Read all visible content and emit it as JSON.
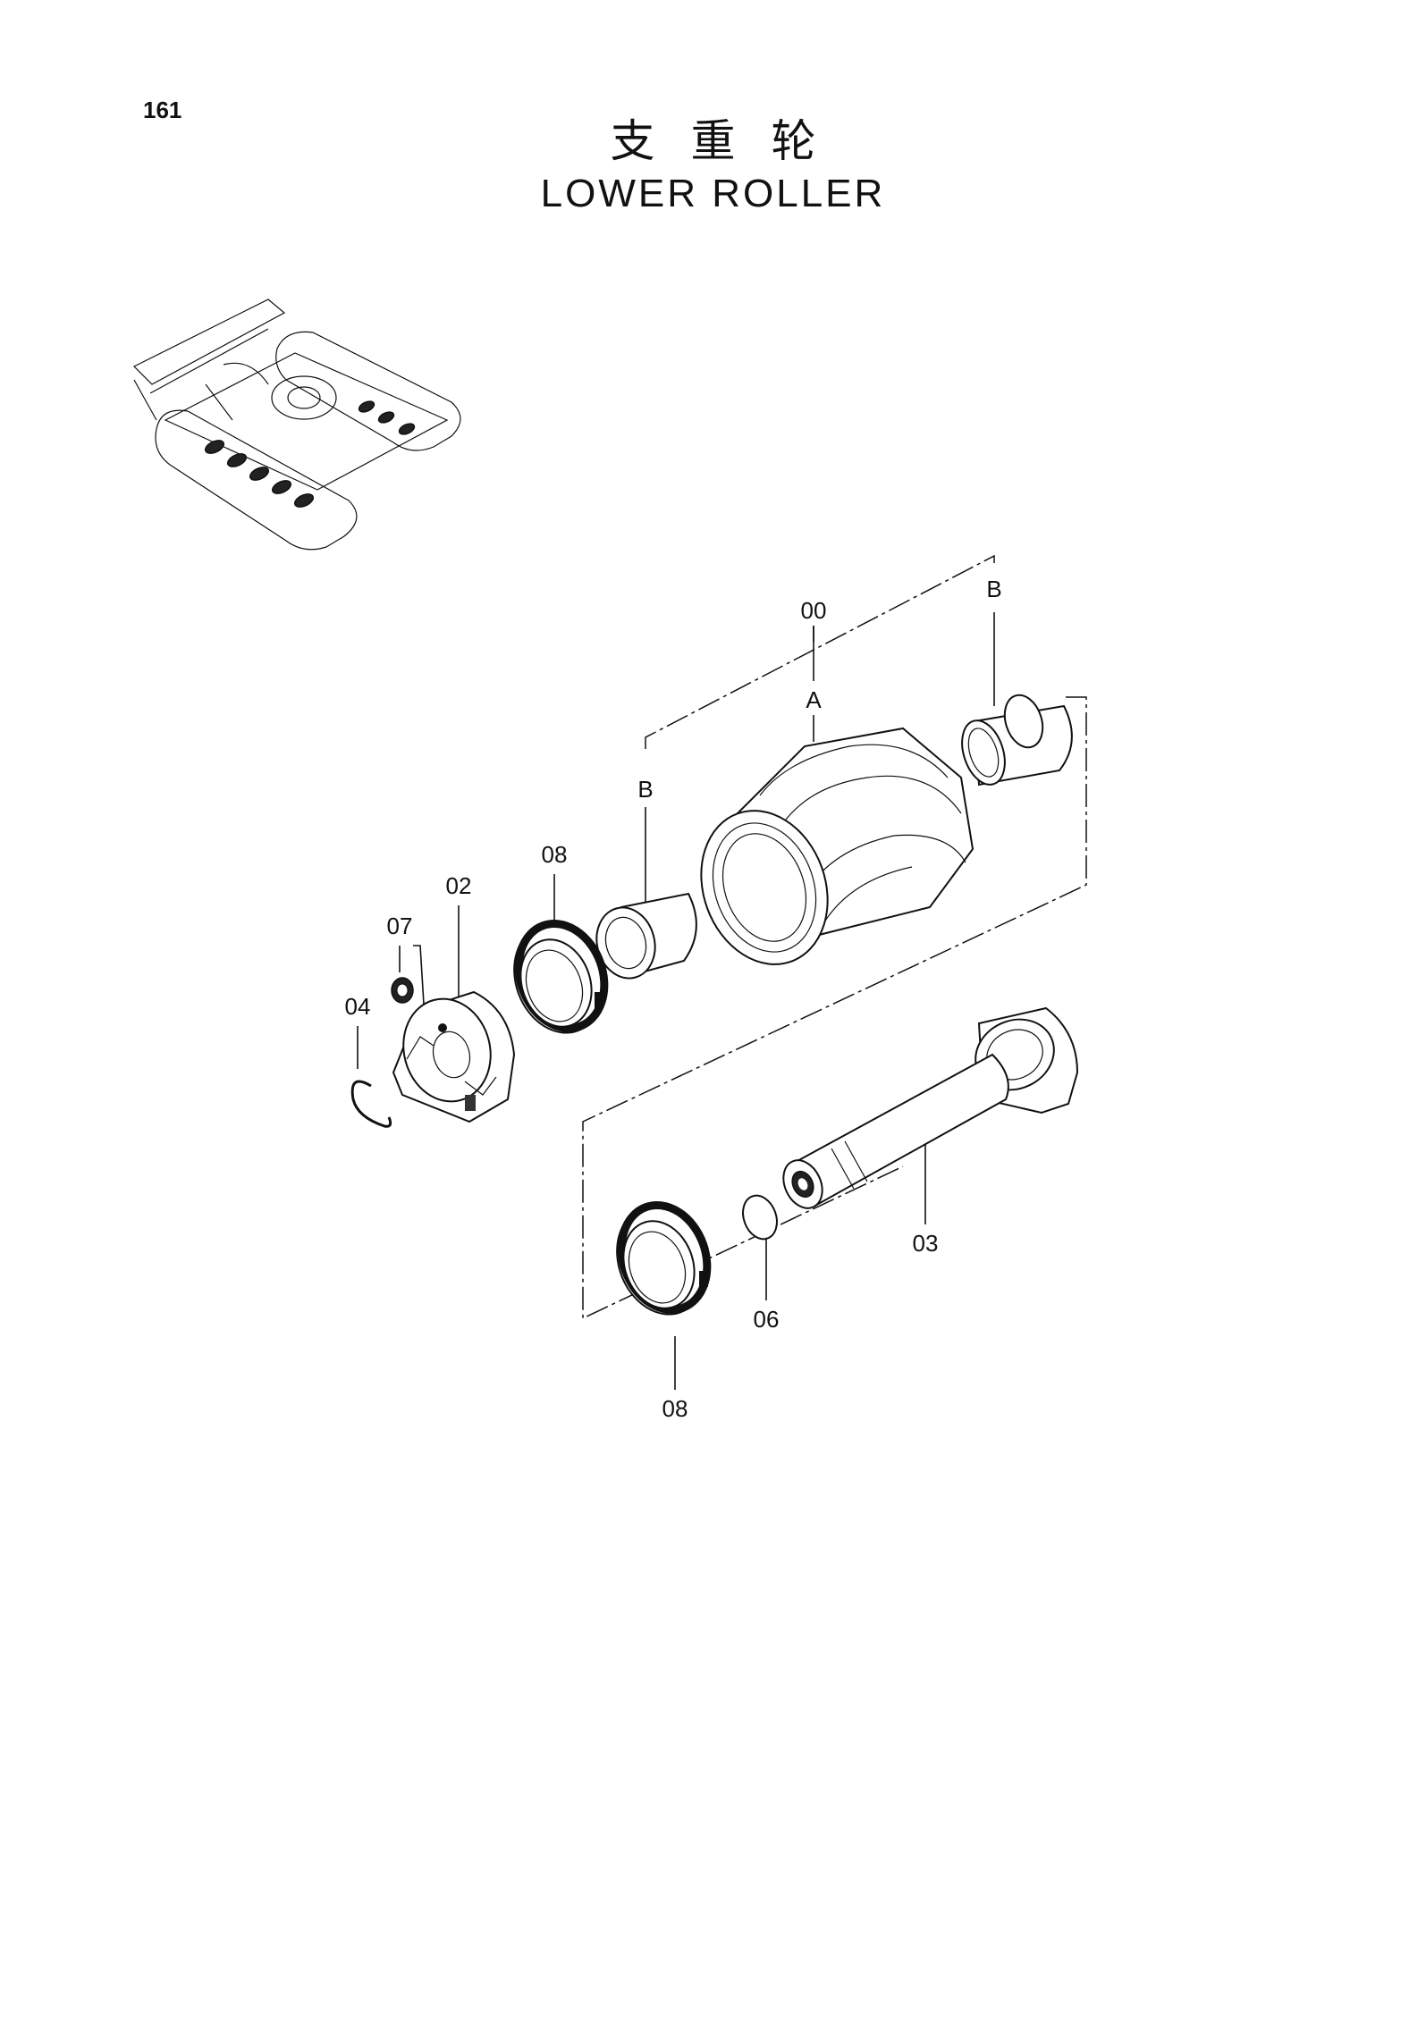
{
  "header": {
    "page_number": "161",
    "title_cn": "支重轮",
    "title_en": "LOWER ROLLER"
  },
  "callouts": {
    "assembly": "00",
    "roller_body": "A",
    "bushing_left": "B",
    "bushing_right": "B",
    "collar": "02",
    "shaft": "03",
    "snap_ring": "04",
    "o_ring": "06",
    "plug": "07",
    "floating_seal_top": "08",
    "floating_seal_bottom": "08"
  }
}
